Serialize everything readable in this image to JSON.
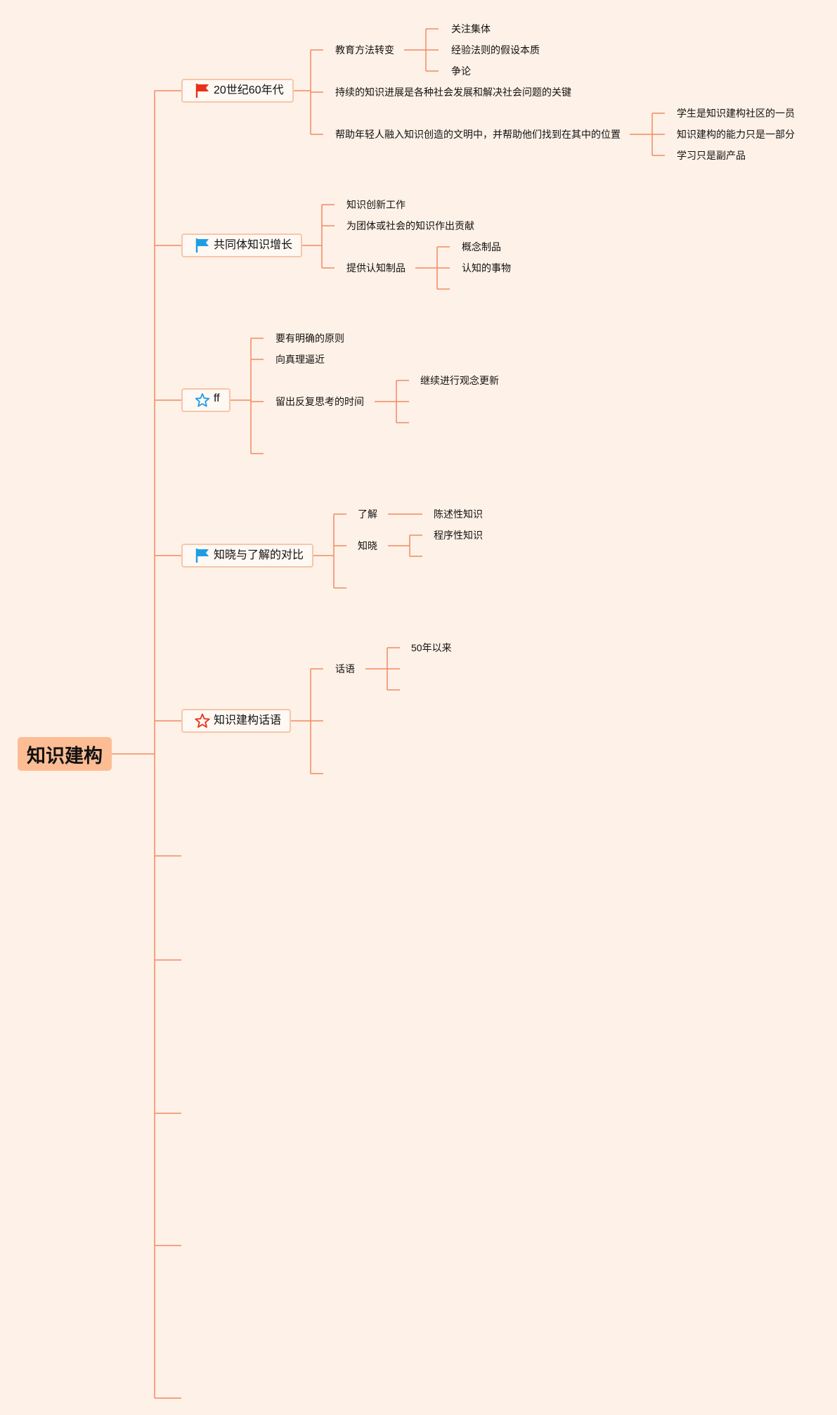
{
  "root": {
    "label": "知识建构"
  },
  "colors": {
    "background": "#fef1e7",
    "line": "#f08a62",
    "root_fill": "#fdbd94",
    "flag_red": "#e8311a",
    "flag_blue": "#1d9ee3"
  },
  "branches": [
    {
      "id": "b1",
      "label": "20世纪60年代",
      "icon": "red-flag-icon",
      "children": [
        {
          "id": "b1c1",
          "label": "教育方法转变",
          "children": [
            {
              "id": "b1c1a",
              "label": "关注集体"
            },
            {
              "id": "b1c1b",
              "label": "经验法则的假设本质"
            },
            {
              "id": "b1c1c",
              "label": "争论"
            }
          ]
        },
        {
          "id": "b1c2",
          "label": "持续的知识进展是各种社会发展和解决社会问题的关键"
        },
        {
          "id": "b1c3",
          "label": "帮助年轻人融入知识创造的文明中，并帮助他们找到在其中的位置",
          "children": [
            {
              "id": "b1c3a",
              "label": "学生是知识建构社区的一员"
            },
            {
              "id": "b1c3b",
              "label": "知识建构的能力只是一部分"
            },
            {
              "id": "b1c3c",
              "label": "学习只是副产品"
            }
          ]
        }
      ]
    },
    {
      "id": "b2",
      "label": "共同体知识增长",
      "icon": "blue-flag-icon",
      "children": [
        {
          "id": "b2c1",
          "label": "知识创新工作"
        },
        {
          "id": "b2c2",
          "label": "为团体或社会的知识作出贡献"
        },
        {
          "id": "b2c3",
          "label": "提供认知制品",
          "children": [
            {
              "id": "b2c3a",
              "label": "概念制品"
            },
            {
              "id": "b2c3b",
              "label": "认知的事物"
            },
            {
              "id": "b2c3c",
              "label": ""
            }
          ]
        }
      ]
    },
    {
      "id": "b3",
      "label": "ff",
      "icon": "blue-star-icon",
      "children": [
        {
          "id": "b3c1",
          "label": "要有明确的原则"
        },
        {
          "id": "b3c2",
          "label": "向真理逼近"
        },
        {
          "id": "b3c3",
          "label": "留出反复思考的时间",
          "children": [
            {
              "id": "b3c3a",
              "label": "继续进行观念更新"
            },
            {
              "id": "b3c3b",
              "label": ""
            },
            {
              "id": "b3c3c",
              "label": ""
            }
          ]
        },
        {
          "id": "b3c4",
          "label": ""
        }
      ]
    },
    {
      "id": "b4",
      "label": "知晓与了解的对比",
      "icon": "blue-flag-icon",
      "children": [
        {
          "id": "b4c1",
          "label": "了解",
          "children": [
            {
              "id": "b4c1a",
              "label": "陈述性知识"
            }
          ]
        },
        {
          "id": "b4c2",
          "label": "知晓",
          "children": [
            {
              "id": "b4c2a",
              "label": "程序性知识"
            },
            {
              "id": "b4c2b",
              "label": ""
            }
          ]
        },
        {
          "id": "b4c3",
          "label": ""
        }
      ]
    },
    {
      "id": "b5",
      "label": "知识建构话语",
      "icon": "red-star-icon",
      "children": [
        {
          "id": "b5c1",
          "label": "话语",
          "children": [
            {
              "id": "b5c1a",
              "label": "50年以来"
            },
            {
              "id": "b5c1b",
              "label": ""
            },
            {
              "id": "b5c1c",
              "label": ""
            }
          ]
        },
        {
          "id": "b5c2",
          "label": ""
        },
        {
          "id": "b5c3",
          "label": ""
        }
      ]
    },
    {
      "id": "b6",
      "label": ""
    },
    {
      "id": "b7",
      "label": ""
    },
    {
      "id": "b8",
      "label": ""
    },
    {
      "id": "b9",
      "label": ""
    },
    {
      "id": "b10",
      "label": ""
    }
  ]
}
